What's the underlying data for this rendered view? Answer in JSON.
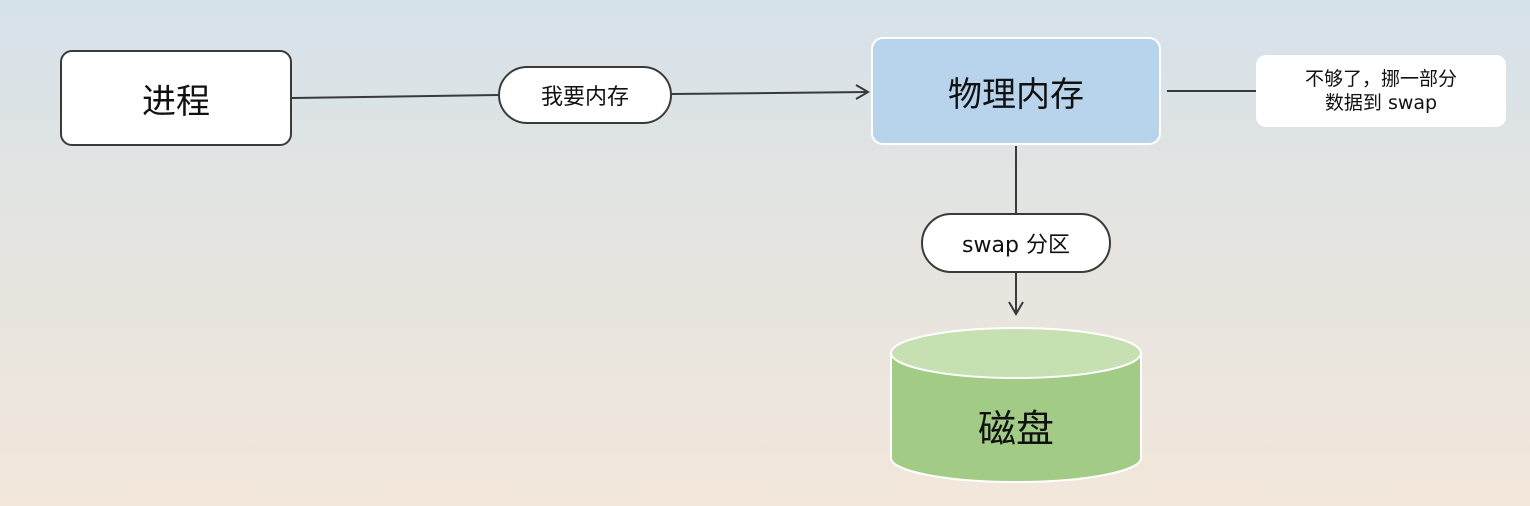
{
  "nodes": {
    "process": "进程",
    "physical_memory": "物理内存",
    "disk": "磁盘"
  },
  "edge_labels": {
    "want_memory": "我要内存",
    "swap_partition": "swap 分区"
  },
  "note": {
    "line1": "不够了，挪一部分",
    "line2": "数据到 swap"
  },
  "colors": {
    "memory_fill": "#b8d3ec",
    "disk_fill": "#a2cb85",
    "disk_top": "#c6e0b1",
    "stroke": "#3a3a3a"
  }
}
